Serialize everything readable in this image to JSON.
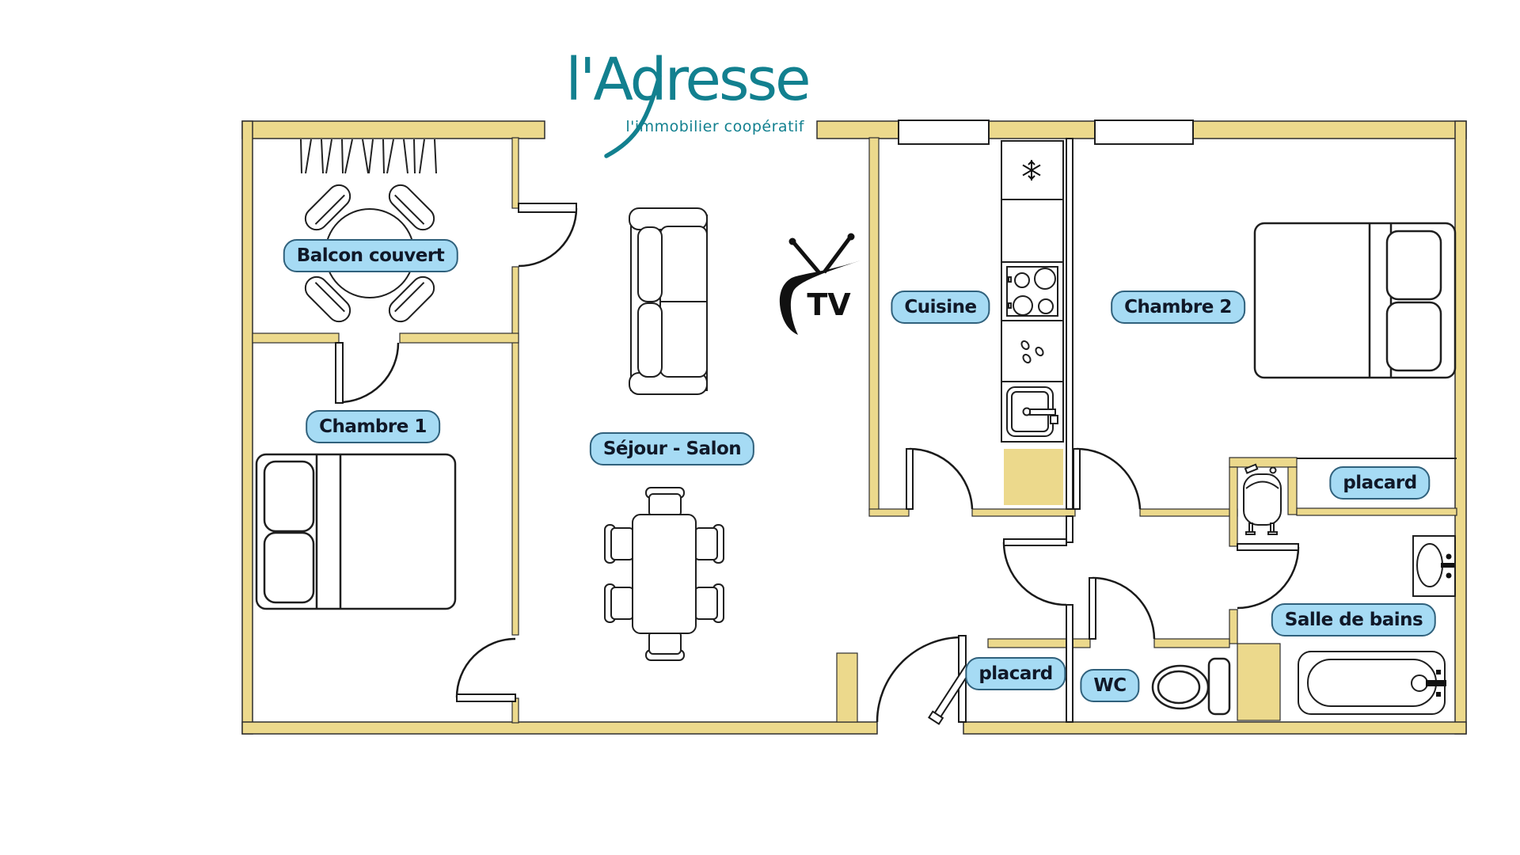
{
  "logo": {
    "title": "l'Adresse",
    "subtitle": "l'immobilier coopératif",
    "brand_color": "#12808F"
  },
  "plan": {
    "wall_color": "#ECD98C",
    "label_style": {
      "fill": "#A6DBF4",
      "border": "#30617C",
      "text_color": "#101828"
    },
    "rooms": [
      {
        "label": "Balcon couvert"
      },
      {
        "label": "Chambre 1"
      },
      {
        "label": "Séjour - Salon"
      },
      {
        "label": "Cuisine"
      },
      {
        "label": "Chambre 2"
      },
      {
        "label": "placard"
      },
      {
        "label": "Salle de bains"
      },
      {
        "label": "placard"
      },
      {
        "label": "WC"
      }
    ],
    "tv_label": "TV",
    "icons": [
      {
        "name": "round-table-icon"
      },
      {
        "name": "chair-icon"
      },
      {
        "name": "sofa-icon"
      },
      {
        "name": "double-bed-icon"
      },
      {
        "name": "dining-table-icon"
      },
      {
        "name": "fridge-snowflake-icon"
      },
      {
        "name": "stove-burners-icon"
      },
      {
        "name": "kitchen-sink-icon"
      },
      {
        "name": "water-drops-icon"
      },
      {
        "name": "water-heater-icon"
      },
      {
        "name": "washbasin-icon"
      },
      {
        "name": "bathtub-icon"
      },
      {
        "name": "toilet-icon"
      },
      {
        "name": "tv-icon"
      },
      {
        "name": "window-icon"
      },
      {
        "name": "door-swing-icon"
      }
    ]
  }
}
